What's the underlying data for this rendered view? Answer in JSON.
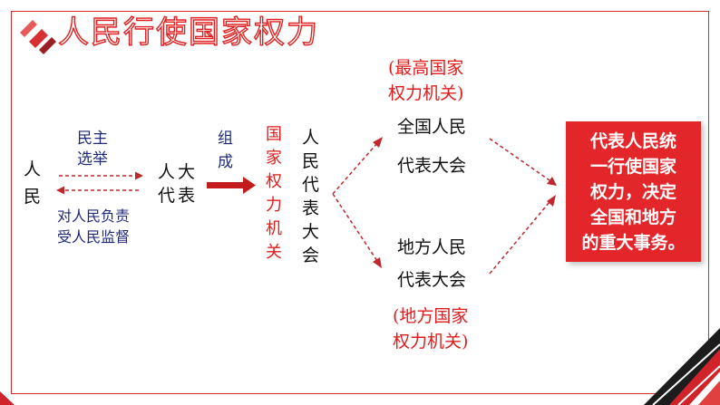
{
  "title": "人民行使国家权力",
  "people": [
    "人",
    "民"
  ],
  "election": {
    "line1": "民主",
    "line2": "选举"
  },
  "accountability": {
    "line1": "对人民负责",
    "line2": "受人民监督"
  },
  "deputies": {
    "line1": "人大",
    "line2": "代表"
  },
  "compose": [
    "组",
    "成"
  ],
  "state_power_organ": [
    "国",
    "家",
    "权",
    "力",
    "机",
    "关"
  ],
  "npc_vertical": [
    "人",
    "民",
    "代",
    "表",
    "大",
    "会"
  ],
  "highest_organ": {
    "line1": "(最高国家",
    "line2": "权力机关)"
  },
  "national_congress": {
    "line1": "全国人民",
    "line2": "代表大会"
  },
  "local_congress": {
    "line1": "地方人民",
    "line2": "代表大会"
  },
  "local_organ": {
    "line1": "(地方国家",
    "line2": "权力机关)"
  },
  "callout_lines": [
    "代表人民统",
    "一行使国家",
    "权力，决定",
    "全国和地方",
    "的重大事务。"
  ],
  "colors": {
    "accent_red": "#e3262a",
    "navy": "#1f2a7a",
    "dashed_arrow": "#c0282d"
  }
}
